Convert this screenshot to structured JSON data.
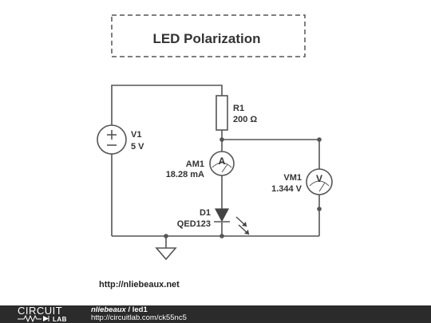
{
  "title": "LED Polarization",
  "components": {
    "v1": {
      "name": "V1",
      "value": "5 V"
    },
    "r1": {
      "name": "R1",
      "value": "200 Ω"
    },
    "am1": {
      "name": "AM1",
      "value": "18.28 mA",
      "symbol": "A"
    },
    "vm1": {
      "name": "VM1",
      "value": "1.344 V",
      "symbol": "V"
    },
    "d1": {
      "name": "D1",
      "value": "QED123"
    }
  },
  "url_note": "http://nliebeaux.net",
  "footer": {
    "logo_top": "CIRCUIT",
    "logo_bottom": "LAB",
    "author": "nliebeaux",
    "separator": "/",
    "circuit_name": "led1",
    "link": "http://circuitlab.com/ck55nc5"
  },
  "colors": {
    "wire": "#555555",
    "footer_bg": "#2b2b2b"
  }
}
